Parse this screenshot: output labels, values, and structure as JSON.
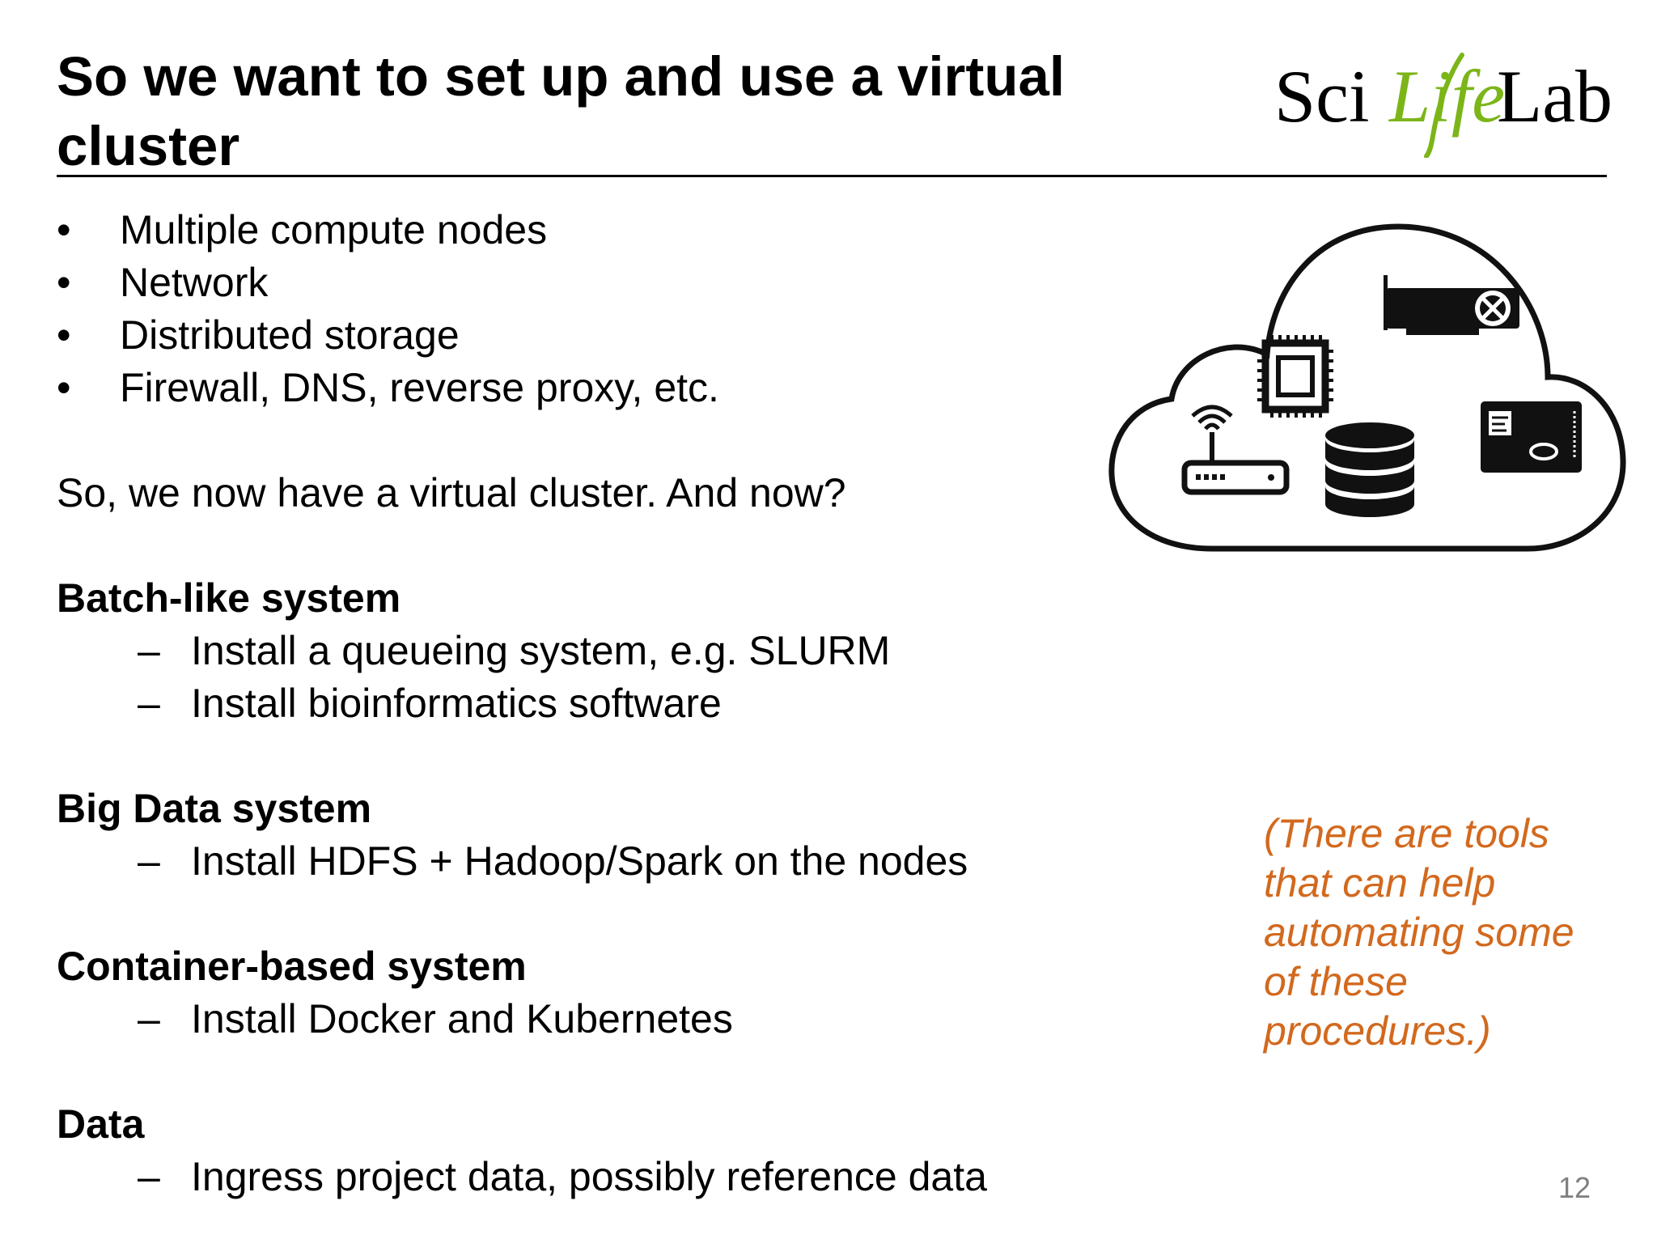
{
  "slide": {
    "title": "So we want to set up and use a virtual cluster",
    "logo": {
      "text_sci": "Sci",
      "text_life": "Life",
      "text_lab": "Lab",
      "color_green": "#7CB518"
    },
    "bullets": [
      "Multiple compute nodes",
      "Network",
      "Distributed storage",
      "Firewall, DNS, reverse proxy, etc."
    ],
    "bullet_marker": "•",
    "dash_marker": "–",
    "question": "So, we now have a virtual cluster. And now?",
    "sections": [
      {
        "heading": "Batch-like system",
        "items": [
          "Install a queueing system, e.g. SLURM",
          "Install bioinformatics software"
        ]
      },
      {
        "heading": "Big Data system",
        "items": [
          "Install HDFS + Hadoop/Spark on the nodes"
        ]
      },
      {
        "heading": "Container-based system",
        "items": [
          "Install Docker and Kubernetes"
        ]
      },
      {
        "heading": "Data",
        "items": [
          "Ingress project data, possibly reference data"
        ]
      }
    ],
    "note": "(There are tools\nthat can help\nautomating some\nof these\nprocedures.)",
    "note_color": "#D2691E",
    "page_number": "12",
    "illustration": {
      "icons": [
        "cloud-icon",
        "cpu-chip-icon",
        "gpu-card-icon",
        "wifi-router-icon",
        "database-icon",
        "hard-drive-icon"
      ]
    }
  }
}
